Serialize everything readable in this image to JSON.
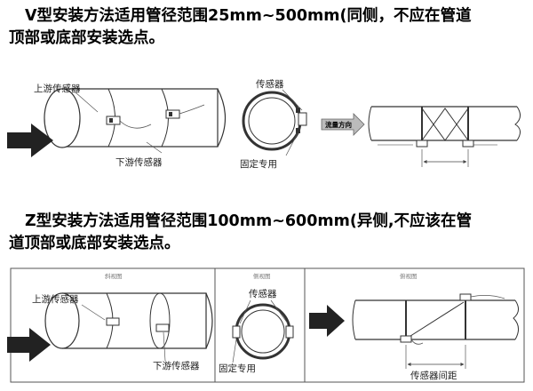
{
  "section_v": {
    "title_line1": "V型安装方法适用管径范围25mm~500mm(同侧，不应在管道",
    "title_line2": "顶部或底部安装选点。",
    "label_upstream": "上游传感器",
    "label_downstream": "下游传感器",
    "label_sensor": "传感器",
    "label_fixture": "固定专用",
    "label_flow_direction": "流量方向"
  },
  "section_z": {
    "title_line1": "Z型安装方法适用管径范围100mm~600mm(异侧,不应该在管",
    "title_line2": "道顶部或底部安装选点。",
    "panel_captions": [
      "斜视图",
      "侧视图",
      "俯视图"
    ],
    "label_upstream": "上游传感器",
    "label_downstream": "下游传感器",
    "label_sensor": "传感器",
    "label_fixture": "固定专用",
    "label_spacing": "传感器间距"
  }
}
